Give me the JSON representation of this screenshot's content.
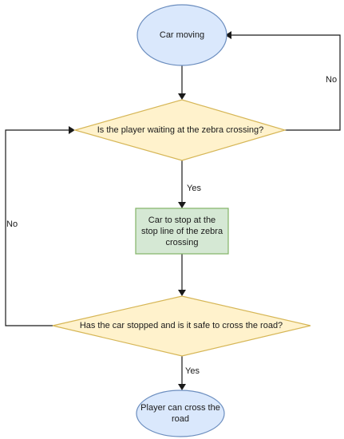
{
  "colors": {
    "start_end_fill": "#dae8fc",
    "start_end_stroke": "#6c8ebf",
    "decision_fill": "#fff2cc",
    "decision_stroke": "#d6b656",
    "process_fill": "#d5e8d4",
    "process_stroke": "#82b366",
    "edge": "#1a1a1a"
  },
  "nodes": {
    "car_moving": {
      "shape": "ellipse",
      "lines": [
        "Car moving"
      ]
    },
    "player_waiting": {
      "shape": "diamond",
      "lines": [
        "Is the player waiting at the zebra crossing?"
      ]
    },
    "car_stop": {
      "shape": "rectangle",
      "lines": [
        "Car to stop at the",
        "stop line of the zebra",
        "crossing"
      ]
    },
    "safe_to_cross": {
      "shape": "diamond",
      "lines": [
        "Has the car stopped and is it safe to cross the road?"
      ]
    },
    "player_cross": {
      "shape": "ellipse",
      "lines": [
        "Player can cross the",
        "road"
      ]
    }
  },
  "edges": {
    "car_moving_to_waiting": {
      "from": "car_moving",
      "to": "player_waiting",
      "label": ""
    },
    "waiting_yes": {
      "from": "player_waiting",
      "to": "car_stop",
      "label": "Yes"
    },
    "waiting_no": {
      "from": "player_waiting",
      "to": "car_moving",
      "label": "No"
    },
    "stop_to_safe": {
      "from": "car_stop",
      "to": "safe_to_cross",
      "label": ""
    },
    "safe_yes": {
      "from": "safe_to_cross",
      "to": "player_cross",
      "label": "Yes"
    },
    "safe_no": {
      "from": "safe_to_cross",
      "to": "player_waiting",
      "label": "No"
    }
  }
}
